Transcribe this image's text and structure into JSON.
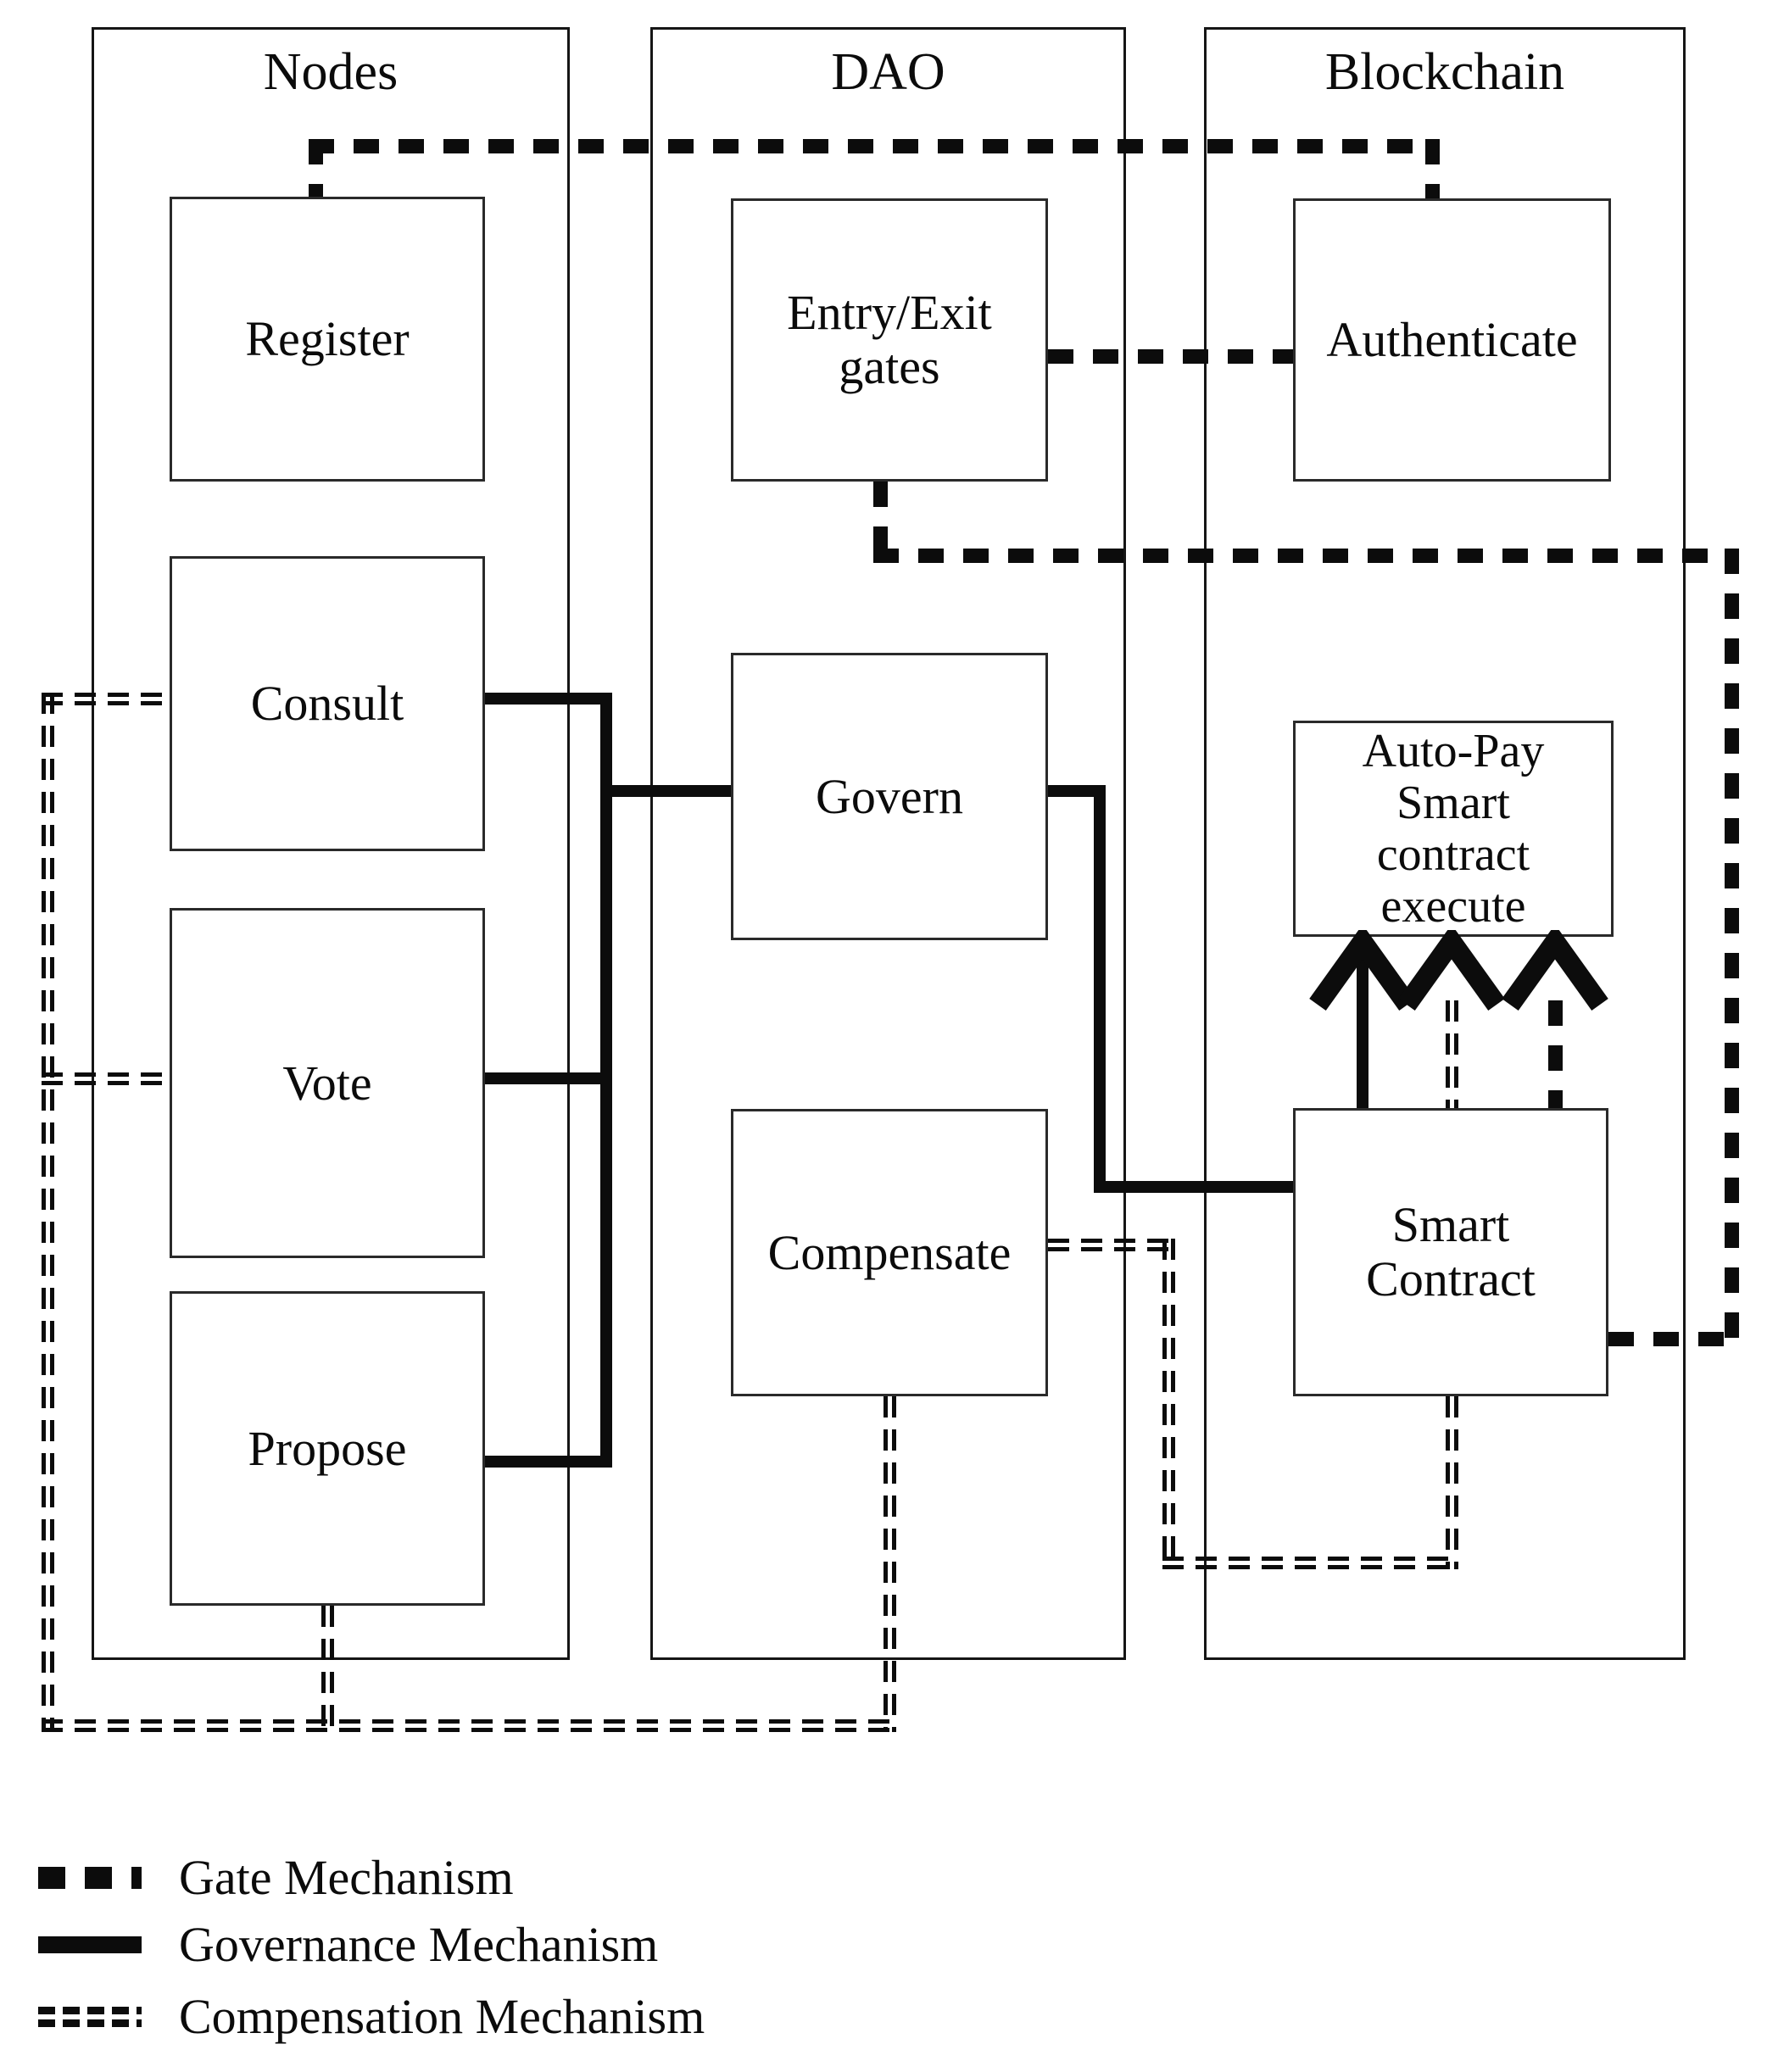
{
  "diagram": {
    "colors": {
      "line": "#0c0c0c",
      "text": "#000000",
      "background": "#ffffff"
    },
    "columns": [
      {
        "id": "nodes",
        "title": "Nodes"
      },
      {
        "id": "dao",
        "title": "DAO"
      },
      {
        "id": "blockchain",
        "title": "Blockchain"
      }
    ],
    "boxes": [
      {
        "id": "register",
        "column": "nodes",
        "label": "Register"
      },
      {
        "id": "consult",
        "column": "nodes",
        "label": "Consult"
      },
      {
        "id": "vote",
        "column": "nodes",
        "label": "Vote"
      },
      {
        "id": "propose",
        "column": "nodes",
        "label": "Propose"
      },
      {
        "id": "entry-exit-gates",
        "column": "dao",
        "lines": [
          "Entry/Exit",
          "gates"
        ]
      },
      {
        "id": "govern",
        "column": "dao",
        "label": "Govern"
      },
      {
        "id": "compensate",
        "column": "dao",
        "label": "Compensate"
      },
      {
        "id": "authenticate",
        "column": "blockchain",
        "label": "Authenticate"
      },
      {
        "id": "auto-pay-smart-contract-execute",
        "column": "blockchain",
        "lines": [
          "Auto-Pay",
          "Smart",
          "contract",
          "execute"
        ]
      },
      {
        "id": "smart-contract",
        "column": "blockchain",
        "lines": [
          "Smart",
          "Contract"
        ]
      }
    ],
    "edges": [
      {
        "mechanism": "gate",
        "from": "register",
        "to": "authenticate"
      },
      {
        "mechanism": "gate",
        "from": "entry-exit-gates",
        "to": "authenticate"
      },
      {
        "mechanism": "gate",
        "from": "entry-exit-gates",
        "to": "smart-contract"
      },
      {
        "mechanism": "gate",
        "from": "smart-contract",
        "to": "auto-pay-smart-contract-execute",
        "arrow": true
      },
      {
        "mechanism": "governance",
        "from": "consult",
        "to": "govern"
      },
      {
        "mechanism": "governance",
        "from": "vote",
        "to": "govern"
      },
      {
        "mechanism": "governance",
        "from": "propose",
        "to": "govern"
      },
      {
        "mechanism": "governance",
        "from": "govern",
        "to": "smart-contract"
      },
      {
        "mechanism": "governance",
        "from": "smart-contract",
        "to": "auto-pay-smart-contract-execute",
        "arrow": true
      },
      {
        "mechanism": "compensation",
        "from": "compensate",
        "to": "consult"
      },
      {
        "mechanism": "compensation",
        "from": "compensate",
        "to": "vote"
      },
      {
        "mechanism": "compensation",
        "from": "compensate",
        "to": "propose"
      },
      {
        "mechanism": "compensation",
        "from": "compensate",
        "to": "smart-contract"
      },
      {
        "mechanism": "compensation",
        "from": "smart-contract",
        "to": "auto-pay-smart-contract-execute",
        "arrow": true
      }
    ],
    "legend": [
      {
        "mechanism": "gate",
        "label": "Gate Mechanism"
      },
      {
        "mechanism": "governance",
        "label": "Governance Mechanism"
      },
      {
        "mechanism": "compensation",
        "label": "Compensation Mechanism"
      }
    ]
  }
}
